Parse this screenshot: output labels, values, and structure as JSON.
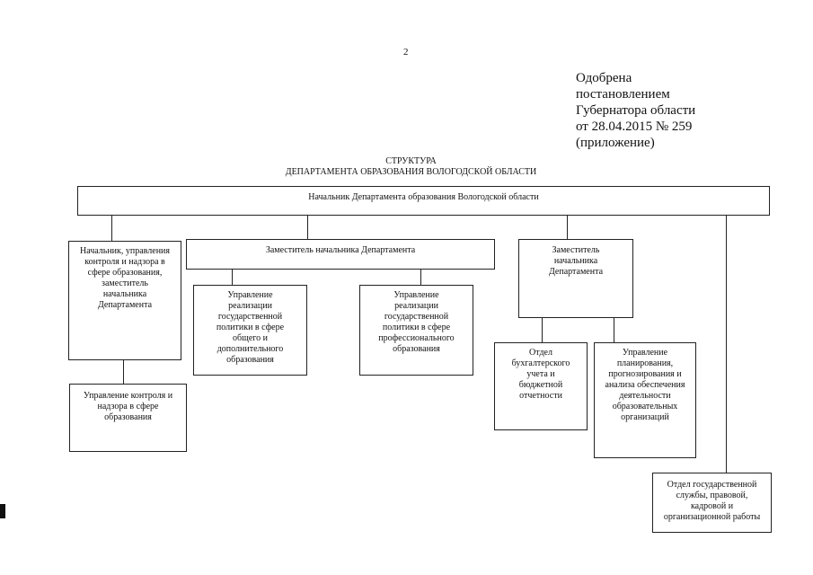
{
  "header": {
    "page_number": "2",
    "approval_lines": [
      "Одобрена",
      "постановлением",
      "Губернатора области",
      "от 28.04.2015 № 259",
      "(приложение)"
    ]
  },
  "title": {
    "line1": "СТРУКТУРА",
    "line2": "ДЕПАРТАМЕНТА ОБРАЗОВАНИЯ ВОЛОГОДСКОЙ ОБЛАСТИ"
  },
  "boxes": {
    "head": "Начальник Департамента образования Вологодской области",
    "deputy_control": "Начальник, управления\nконтроля и надзора в\nсфере образования,\nзаместитель\nначальника\nДепартамента",
    "deputy_1": "Заместитель начальника Департамента",
    "deputy_2": "Заместитель\nначальника\nДепартамента",
    "dept_general": "Управление\nреализации\nгосударственной\nполитики в сфере\nобщего и\nдополнительного\nобразования",
    "dept_professional": "Управление\nреализации\nгосударственной\nполитики в сфере\nпрофессионального\nобразования",
    "dept_accounting": "Отдел\nбухгалтерского\nучета и\nбюджетной\nотчетности",
    "dept_planning": "Управление\nпланирования,\nпрогнозирования и\nанализа обеспечения\nдеятельности\nобразовательных\nорганизаций",
    "dept_control": "Управление контроля и\nнадзора в сфере\nобразования",
    "dept_civil_service": "Отдел государственной\nслужбы, правовой,\nкадровой и\nорганизационной работы"
  }
}
